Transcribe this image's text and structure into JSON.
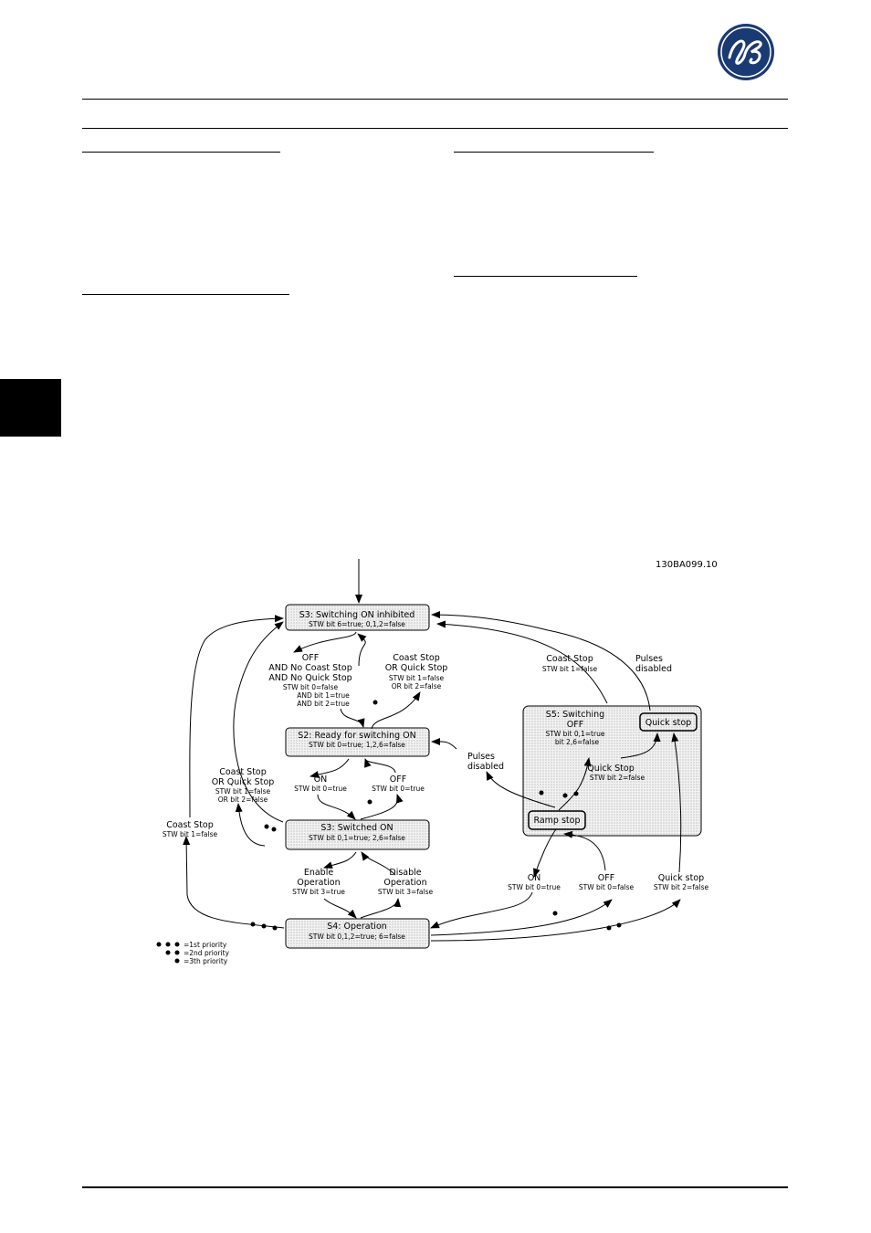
{
  "figure_code": "130BA099.10",
  "states": {
    "s3_inhibited": {
      "title": "S3: Switching ON inhibited",
      "sub": "STW bit 6=true; 0,1,2=false"
    },
    "s2_ready": {
      "title": "S2: Ready for switching ON",
      "sub": "STW bit 0=true; 1,2,6=false"
    },
    "s3_switched_on": {
      "title": "S3: Switched ON",
      "sub": "STW bit 0,1=true; 2,6=false"
    },
    "s4_operation": {
      "title": "S4: Operation",
      "sub": "STW bit 0,1,2=true; 6=false"
    },
    "s5_switching_off": {
      "title_1": "S5: Switching",
      "title_2": "OFF",
      "sub_1": "STW bit 0,1=true",
      "sub_2": "bit 2,6=false"
    },
    "quick_stop": "Quick stop",
    "ramp_stop": "Ramp stop"
  },
  "labels": {
    "off_no_stop": {
      "l1": "OFF",
      "l2": "AND No Coast Stop",
      "l3": "AND No Quick Stop",
      "l4": "STW bit 0=false",
      "l5": "AND bit 1=true",
      "l6": "AND bit 2=true"
    },
    "coast_or_quick_top": {
      "l1": "Coast Stop",
      "l2": "OR Quick Stop",
      "l3": "STW bit 1=false",
      "l4": "OR bit 2=false"
    },
    "coast_or_quick_left": {
      "l1": "Coast Stop",
      "l2": "OR Quick Stop",
      "l3": "STW bit 1=false",
      "l4": "OR bit 2=false"
    },
    "coast_stop_far": {
      "l1": "Coast Stop",
      "l2": "STW bit 1=false"
    },
    "on": {
      "l1": "ON",
      "l2": "STW bit 0=true"
    },
    "off": {
      "l1": "OFF",
      "l2": "STW bit 0=true"
    },
    "enable_op": {
      "l1": "Enable",
      "l2": "Operation",
      "l3": "STW bit 3=true"
    },
    "disable_op": {
      "l1": "Disable",
      "l2": "Operation",
      "l3": "STW bit 3=false"
    },
    "coast_stop_s5": {
      "l1": "Coast Stop",
      "l2": "STW bit 1=false"
    },
    "pulses_disabled_top": {
      "l1": "Pulses",
      "l2": "disabled"
    },
    "pulses_disabled_mid": {
      "l1": "Pulses",
      "l2": "disabled"
    },
    "quick_stop_inner": {
      "l1": "Quick Stop",
      "l2": "STW bit 2=false"
    },
    "on_s5": {
      "l1": "ON",
      "l2": "STW bit 0=true"
    },
    "off_s5": {
      "l1": "OFF",
      "l2": "STW bit 0=false"
    },
    "quick_stop_s5": {
      "l1": "Quick stop",
      "l2": "STW bit 2=false"
    }
  },
  "legend": {
    "first": "=1st priority",
    "second": "=2nd priority",
    "third": "=3th priority"
  },
  "colors": {
    "fill": "#e6e6e6",
    "ink": "#000000",
    "brand": "#1a3a73"
  }
}
